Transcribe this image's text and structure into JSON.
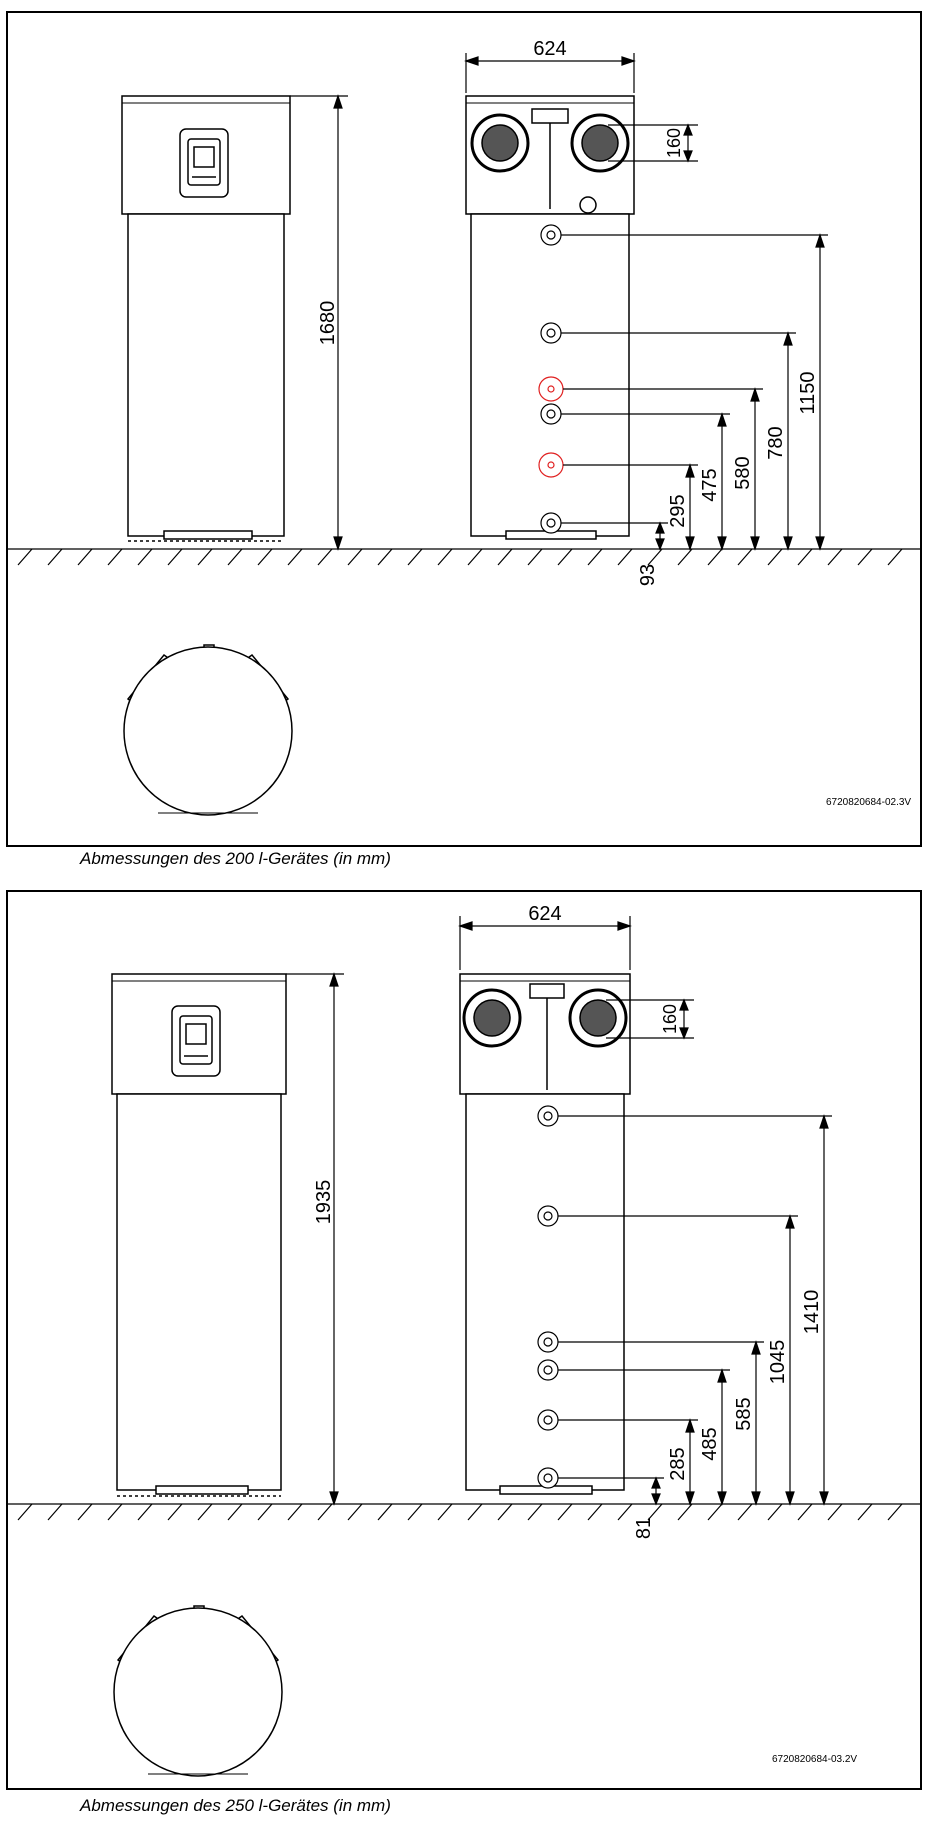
{
  "diagrams": [
    {
      "caption": "Abmessungen des 200 l-Gerätes (in mm)",
      "doc_id": "6720820684-02.3V",
      "width_label": "624",
      "total_height_label": "1680",
      "duct_label": "160",
      "foot_label": "93",
      "connection_labels": [
        "295",
        "475",
        "580",
        "780",
        "1150"
      ]
    },
    {
      "caption": "Abmessungen des 250 l-Gerätes (in mm)",
      "doc_id": "6720820684-03.2V",
      "width_label": "624",
      "total_height_label": "1935",
      "duct_label": "160",
      "foot_label": "81",
      "connection_labels": [
        "285",
        "485",
        "585",
        "1045",
        "1410"
      ]
    }
  ],
  "colors": {
    "line": "#000000",
    "body_fill": "#ffffff",
    "highlight": "#e02020"
  }
}
